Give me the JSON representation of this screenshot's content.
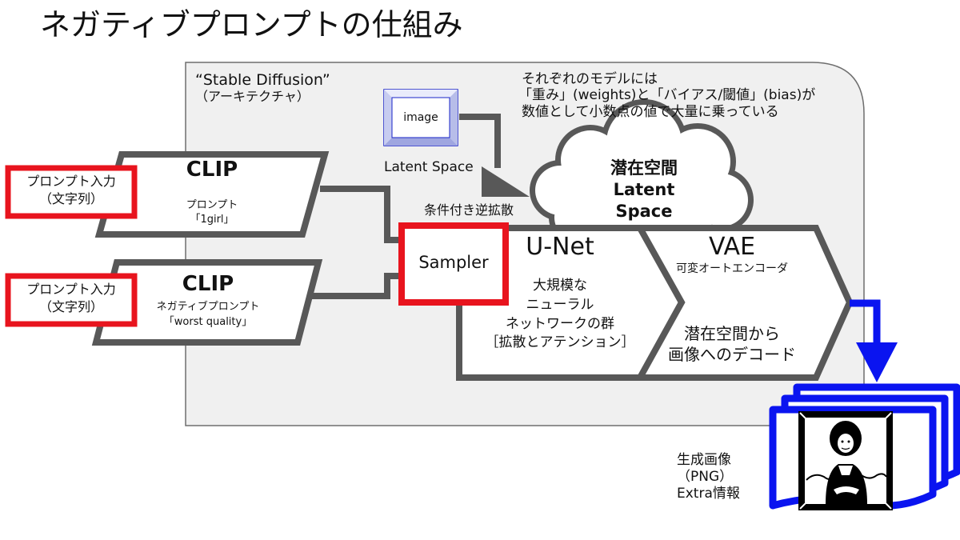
{
  "slide": {
    "title": "ネガティブプロンプトの仕組み"
  },
  "architecture": {
    "name": "“Stable Diffusion”",
    "name_sub": "（アーキテクチャ）",
    "note_lines": [
      "それぞれのモデルには",
      "「重み」(weights)と「バイアス/閾値」(bias)が",
      "数値として小数点の値で大量に乗っている"
    ]
  },
  "inputs": [
    {
      "label_line1": "プロンプト入力",
      "label_line2": "（文字列）"
    },
    {
      "label_line1": "プロンプト入力",
      "label_line2": "（文字列）"
    }
  ],
  "clip_blocks": [
    {
      "title": "CLIP",
      "line1": "プロンプト",
      "line2": "「1girl」"
    },
    {
      "title": "CLIP",
      "line1": "ネガティブプロンプト",
      "line2": "「worst quality」"
    }
  ],
  "image_box": {
    "label": "image",
    "caption": "Latent Space"
  },
  "latent_cloud": {
    "line1": "潜在空間",
    "line2": "Latent",
    "line3": "Space"
  },
  "sampler": {
    "label": "Sampler",
    "caption": "条件付き逆拡散"
  },
  "unet": {
    "title": "U-Net",
    "desc_lines": [
      "大規模な",
      "ニューラル",
      "ネットワークの群",
      "［拡散とアテンション］"
    ]
  },
  "vae": {
    "title": "VAE",
    "subtitle": "可変オートエンコーダ",
    "desc_lines": [
      "潜在空間から",
      "画像へのデコード"
    ]
  },
  "output": {
    "lines": [
      "生成画像",
      "（PNG）",
      "Extra情報"
    ]
  },
  "colors": {
    "red": "#e8141e",
    "blue": "#0a14f0",
    "gray": "#555555",
    "panel": "#f0f0f0"
  }
}
